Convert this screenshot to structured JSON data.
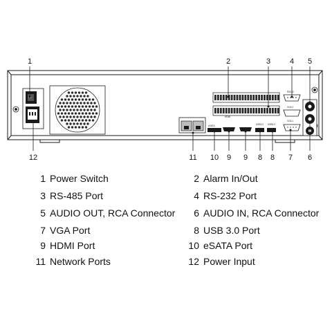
{
  "callouts": {
    "c1": "1",
    "c2": "2",
    "c3": "3",
    "c4": "4",
    "c5": "5",
    "c6": "6",
    "c7": "7",
    "c8a": "8",
    "c8b": "8",
    "c9a": "9",
    "c9b": "9",
    "c10": "10",
    "c11": "11",
    "c12": "12"
  },
  "port_labels": {
    "rs232": "RS232",
    "vga2": "VGA 2",
    "vga1": "VGA 1",
    "esata": "eSATA",
    "hdmi": "HDMI",
    "usb_a": "USB3.0",
    "usb_b": "USB3.0"
  },
  "legend": [
    {
      "num": "1",
      "label": "Power Switch"
    },
    {
      "num": "2",
      "label": "Alarm In/Out"
    },
    {
      "num": "3",
      "label": "RS-485 Port"
    },
    {
      "num": "4",
      "label": "RS-232 Port"
    },
    {
      "num": "5",
      "label": "AUDIO OUT, RCA Connector"
    },
    {
      "num": "6",
      "label": "AUDIO IN, RCA Connector"
    },
    {
      "num": "7",
      "label": "VGA Port"
    },
    {
      "num": "8",
      "label": "USB 3.0 Port"
    },
    {
      "num": "9",
      "label": "HDMI Port"
    },
    {
      "num": "10",
      "label": "eSATA Port"
    },
    {
      "num": "11",
      "label": "Network Ports"
    },
    {
      "num": "12",
      "label": "Power Input"
    }
  ],
  "colors": {
    "outline": "#1a1a1a",
    "panel": "#ffffff",
    "fill_dark": "#222222",
    "fill_mid": "#bdbdbd"
  }
}
